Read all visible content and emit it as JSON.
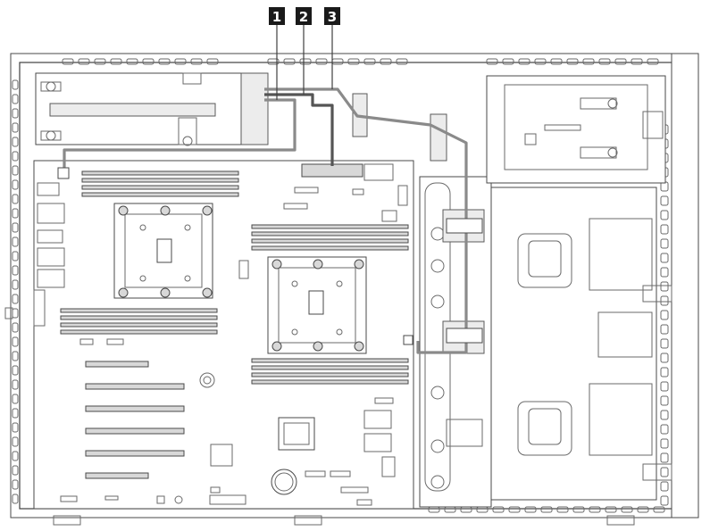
{
  "callouts": [
    {
      "id": "1",
      "label": "1"
    },
    {
      "id": "2",
      "label": "2"
    },
    {
      "id": "3",
      "label": "3"
    }
  ],
  "colors": {
    "callout_bg": "#1a1a1a",
    "cable_light": "#8a8a8a",
    "cable_dark": "#555555",
    "outline": "#4a4a4a"
  }
}
